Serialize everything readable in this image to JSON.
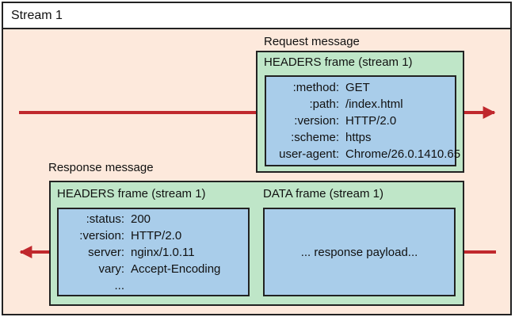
{
  "stream": {
    "title": "Stream 1"
  },
  "request": {
    "label": "Request message",
    "frame_title": "HEADERS frame (stream 1)",
    "headers": [
      {
        "key": ":method:",
        "value": "GET"
      },
      {
        "key": ":path:",
        "value": "/index.html"
      },
      {
        "key": ":version:",
        "value": "HTTP/2.0"
      },
      {
        "key": ":scheme:",
        "value": "https"
      },
      {
        "key": "user-agent:",
        "value": "Chrome/26.0.1410.65"
      }
    ]
  },
  "response": {
    "label": "Response message",
    "headers_frame_title": "HEADERS frame (stream 1)",
    "headers": [
      {
        "key": ":status:",
        "value": "200"
      },
      {
        "key": ":version:",
        "value": "HTTP/2.0"
      },
      {
        "key": "server:",
        "value": "nginx/1.0.11"
      },
      {
        "key": "vary:",
        "value": "Accept-Encoding"
      }
    ],
    "ellipsis": "...",
    "data_frame_title": "DATA frame (stream 1)",
    "payload": "... response payload..."
  },
  "colors": {
    "stream_bg": "#fde9dc",
    "frame_bg": "#bfe6c8",
    "inner_bg": "#a9cdea",
    "arrow": "#c0282d"
  }
}
